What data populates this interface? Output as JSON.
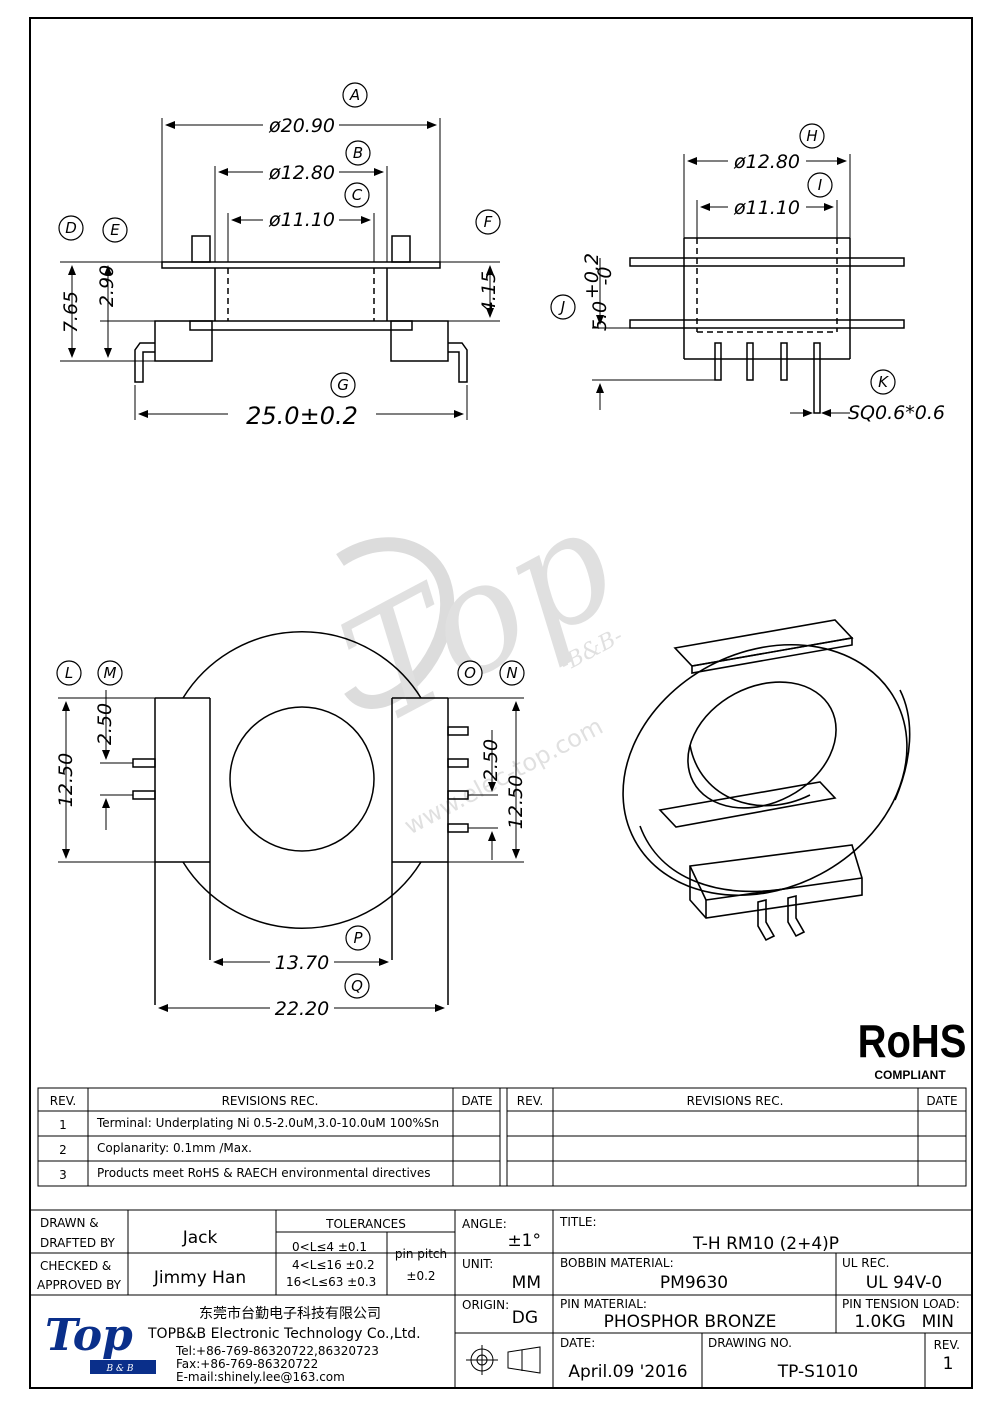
{
  "dimensions": {
    "A": "ø20.90",
    "B": "ø12.80",
    "C": "ø11.10",
    "D": "7.65",
    "E": "2.90",
    "F": "4.15",
    "G": "25.0±0.2",
    "H": "ø12.80",
    "I": "ø11.10",
    "J": "5.0",
    "J_tol_upper": "+0.2",
    "J_tol_lower": "-0",
    "K": "SQ0.6*0.6",
    "L": "12.50",
    "M": "2.50",
    "N": "12.50",
    "O": "2.50",
    "P": "13.70",
    "Q": "22.20"
  },
  "callouts": [
    "A",
    "B",
    "C",
    "D",
    "E",
    "F",
    "G",
    "H",
    "I",
    "J",
    "K",
    "L",
    "M",
    "N",
    "O",
    "P",
    "Q"
  ],
  "watermark": {
    "logo": "Top",
    "mark": "-B&B-",
    "url": "www.elec-top.com"
  },
  "rohs": {
    "title": "RoHS",
    "sub": "COMPLIANT"
  },
  "revisions": {
    "headers": {
      "rev": "REV.",
      "rec": "REVISIONS   REC.",
      "date": "DATE"
    },
    "rows": [
      {
        "rev": "1",
        "text": "Terminal: Underplating Ni 0.5-2.0uM,3.0-10.0uM 100%Sn"
      },
      {
        "rev": "2",
        "text": "Coplanarity: 0.1mm  /Max."
      },
      {
        "rev": "3",
        "text": "Products meet RoHS & RAECH environmental directives"
      }
    ]
  },
  "title_block": {
    "drawn_label_1": "DRAWN &",
    "drawn_label_2": "DRAFTED BY",
    "drawn_by": "Jack",
    "checked_label_1": "CHECKED &",
    "checked_label_2": "APPROVED BY",
    "approved_by": "Jimmy Han",
    "tolerances_label": "TOLERANCES",
    "tol_1": "0<L≤4   ±0.1",
    "tol_2": "4<L≤16  ±0.2",
    "tol_3": "16<L≤63  ±0.3",
    "pin_pitch_label": "pin pitch",
    "pin_pitch": "±0.2",
    "angle_label": "ANGLE:",
    "angle": "±1°",
    "unit_label": "UNIT:",
    "unit": "MM",
    "origin_label": "ORIGIN:",
    "origin": "DG",
    "title_label": "TITLE:",
    "title": "T-H RM10 (2+4)P",
    "bobbin_label": "BOBBIN MATERIAL:",
    "bobbin": "PM9630",
    "ul_label": "UL REC.",
    "ul": "UL 94V-0",
    "pin_label": "PIN MATERIAL:",
    "pin": "PHOSPHOR BRONZE",
    "tension_label": "PIN TENSION LOAD:",
    "tension": "1.0KG",
    "tension_unit": "MIN",
    "date_label": "DATE:",
    "date": "April.09 '2016",
    "drawing_label": "DRAWING NO.",
    "drawing": "TP-S1010",
    "rev_label": "REV.",
    "rev": "1",
    "company_cn": "东莞市台勤电子科技有限公司",
    "company_en": "TOPB&B Electronic Technology Co.,Ltd.",
    "tel": "Tel:+86-769-86320722,86320723",
    "fax": "Fax:+86-769-86320722",
    "email": "E-mail:shinely.lee@163.com",
    "logo_text": "Top",
    "logo_sub": "B & B"
  }
}
